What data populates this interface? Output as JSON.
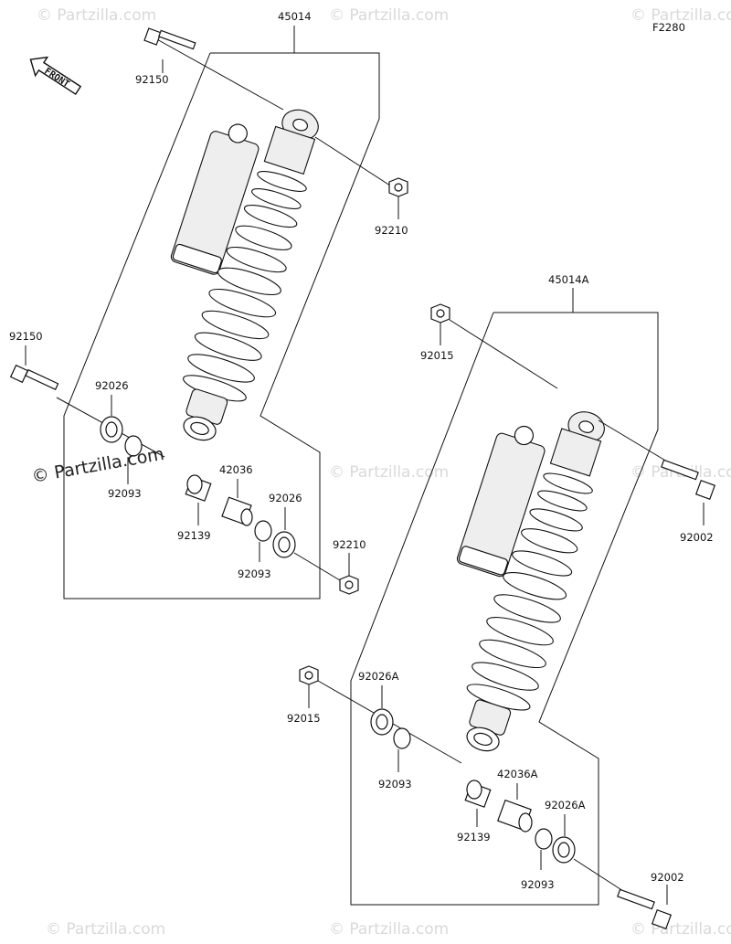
{
  "figure_code": "F2280",
  "front_arrow_label": "FRONT",
  "watermarks": {
    "main": "© Partzilla.com",
    "faint": "© Partzilla.com"
  },
  "assembly_left": {
    "assembly_number": "45014",
    "parts": {
      "upper_bolt": "92150",
      "upper_nut": "92210",
      "lower_bolt": "92150",
      "washer_outer": "92026",
      "seal_outer": "92093",
      "bushing": "92139",
      "collar": "42036",
      "washer_inner": "92026",
      "seal_inner": "92093",
      "lower_nut": "92210"
    }
  },
  "assembly_right": {
    "assembly_number": "45014A",
    "parts": {
      "upper_nut": "92015",
      "upper_bolt": "92002",
      "lower_nut": "92015",
      "washer_outer": "92026A",
      "seal_outer": "92093",
      "bushing": "92139",
      "collar": "42036A",
      "washer_inner": "92026A",
      "seal_inner": "92093",
      "lower_bolt": "92002"
    }
  }
}
